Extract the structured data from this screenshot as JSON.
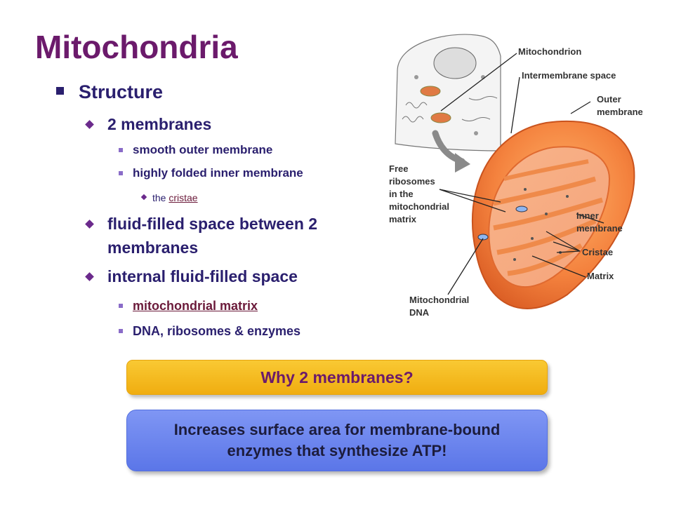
{
  "slide": {
    "title": "Mitochondria",
    "bullets": {
      "structure": "Structure",
      "membranes_2": "2 membranes",
      "smooth_outer": "smooth outer membrane",
      "folded_inner": "highly folded inner membrane",
      "cristae_prefix": "the ",
      "cristae_link": "cristae",
      "fluid_space": "fluid-filled space between 2",
      "fluid_space_2": "membranes",
      "internal_fluid": "internal fluid-filled space",
      "matrix_link": "mitochondrial matrix",
      "dna": "DNA, ribosomes & enzymes"
    },
    "question": "Why 2 membranes?",
    "answer": "Increases surface area for membrane-bound enzymes that synthesize ATP!"
  },
  "diagram": {
    "labels": {
      "mitochondrion": "Mitochondrion",
      "intermembrane": "Intermembrane space",
      "outer_1": "Outer",
      "outer_2": "membrane",
      "free_1": "Free",
      "free_2": "ribosomes",
      "free_3": "in the",
      "free_4": "mitochondrial",
      "free_5": "matrix",
      "inner_1": "Inner",
      "inner_2": "membrane",
      "cristae": "Cristae",
      "matrix": "Matrix",
      "mtdna_1": "Mitochondrial",
      "mtdna_2": "DNA"
    }
  },
  "colors": {
    "title": "#6b1a6b",
    "bullet_text": "#2a1f6e",
    "question_box": "#f5bb22",
    "answer_box": "#6b84ee",
    "mito_outer": "#f07a3a"
  }
}
